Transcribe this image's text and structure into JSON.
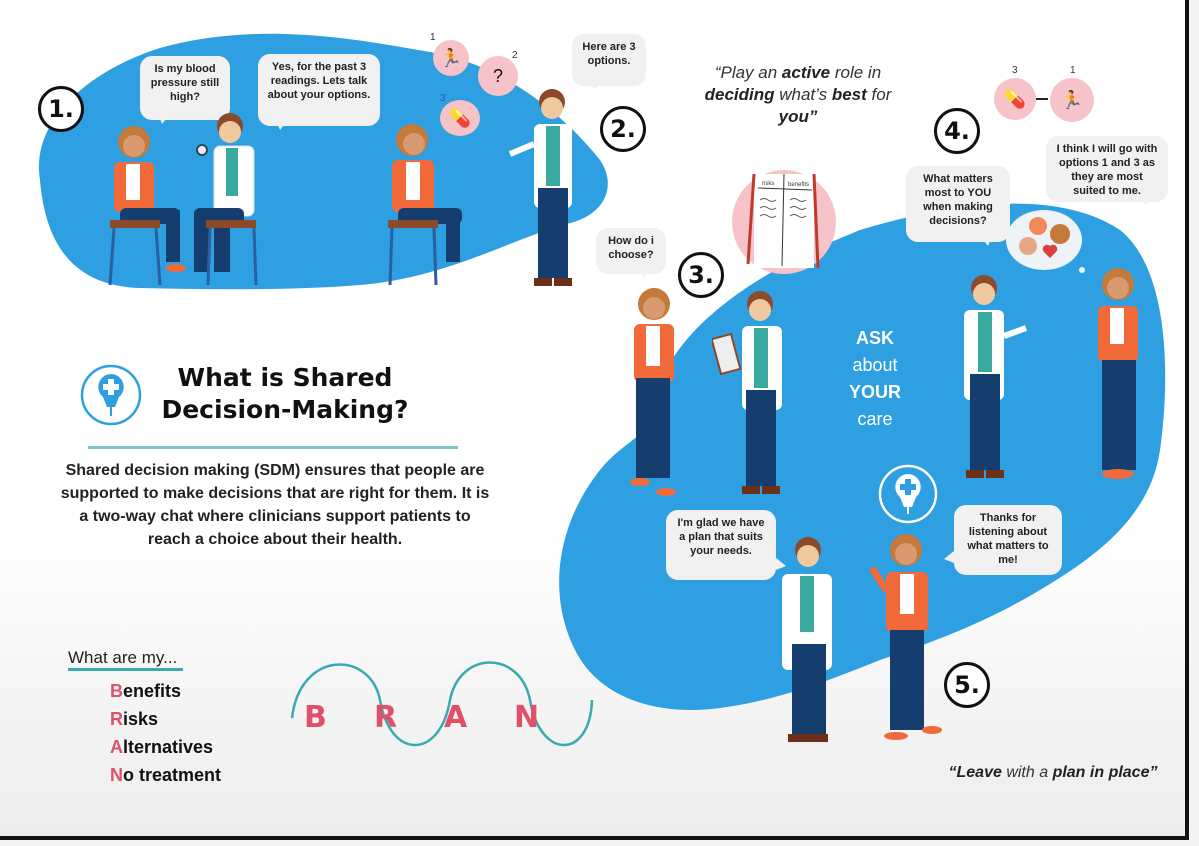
{
  "colors": {
    "blob_blue": "#2e9fe0",
    "accent_pink": "#e0506a",
    "accent_teal": "#3aa9b1",
    "bubble_bg": "#f1f1f1"
  },
  "steps": [
    {
      "number": "1.",
      "bubbles": [
        "Is my blood pressure still high?",
        "Yes, for the past 3 readings. Lets talk about your options."
      ]
    },
    {
      "number": "2.",
      "bubbles": [
        "Here are 3 options."
      ],
      "options": [
        {
          "label": "1",
          "icon": "exercise-person-icon"
        },
        {
          "label": "2",
          "icon": "medication-question-icon"
        },
        {
          "label": "3",
          "icon": "pill-capsule-icon"
        }
      ]
    },
    {
      "number": "3.",
      "bubbles": [
        "How do i choose?"
      ],
      "table_headers": [
        "risks",
        "benefits"
      ]
    },
    {
      "number": "4.",
      "bubbles": [
        "What matters most to YOU when making decisions?",
        "I think I will go with options 1 and 3 as they are most suited to me."
      ],
      "chosen_options": [
        "3",
        "1"
      ]
    },
    {
      "number": "5.",
      "bubbles": [
        "I'm glad we have a plan that suits your needs.",
        "Thanks for listening about what matters to me!"
      ]
    }
  ],
  "quotes": {
    "top": {
      "pre": "“Play an ",
      "b1": "active",
      "mid1": " role in ",
      "b2": "deciding",
      "mid2": " what’s ",
      "b3": "best",
      "post": " for ",
      "b4": "you”"
    },
    "bottom": {
      "b1": "“Leave",
      "mid": " with a ",
      "b2": "plan in place”"
    }
  },
  "ask": {
    "line1": "ASK",
    "line2": "about",
    "line3": "YOUR",
    "line4": "care"
  },
  "intro": {
    "title_line1": "What is Shared",
    "title_line2": "Decision-Making?",
    "description": "Shared decision making (SDM) ensures that people are supported to make decisions that are right for them. It is a two-way chat where clinicians support patients to reach a choice about their health."
  },
  "bran": {
    "heading": "What are my...",
    "items": [
      {
        "initial": "B",
        "rest": "enefits"
      },
      {
        "initial": "R",
        "rest": "isks"
      },
      {
        "initial": "A",
        "rest": "lternatives"
      },
      {
        "initial": "N",
        "rest": "o treatment"
      }
    ],
    "letters": [
      "B",
      "R",
      "A",
      "N"
    ]
  }
}
